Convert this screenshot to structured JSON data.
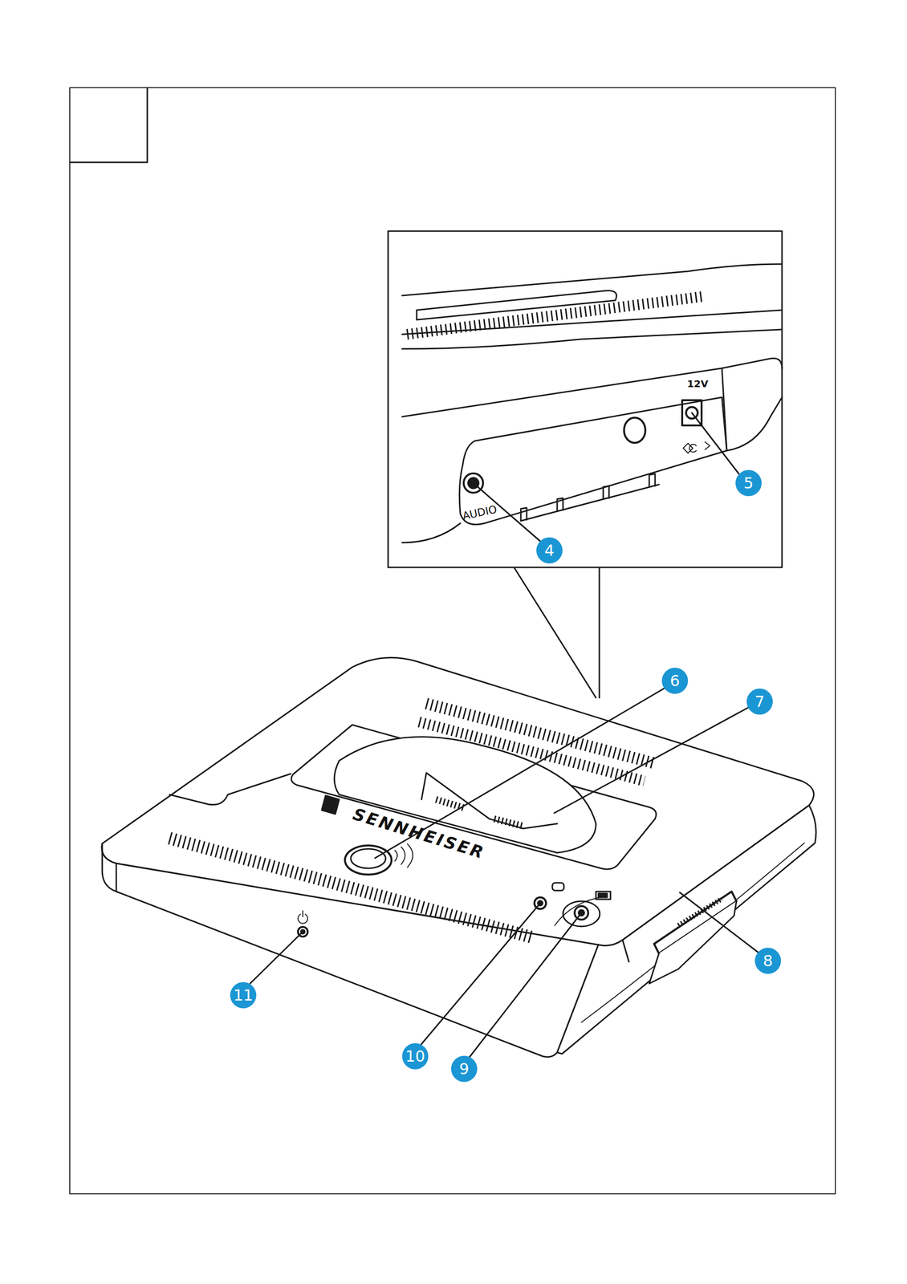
{
  "diagram": {
    "labels": [
      "AUDIO",
      "12V",
      "4",
      "5",
      "SENNHEISER",
      "6",
      "7",
      "8",
      "11",
      "10",
      "9"
    ]
  }
}
